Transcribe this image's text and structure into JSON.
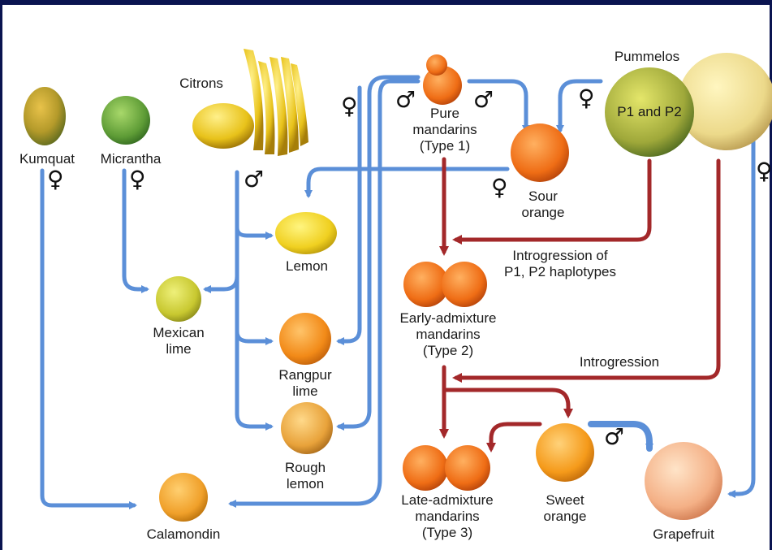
{
  "colors": {
    "maternal_arrow": "#5b8fd8",
    "introgression_arrow": "#a3282a"
  },
  "symbols": {
    "female": "♀",
    "male": "♂"
  },
  "labels": {
    "kumquat": "Kumquat",
    "micrantha": "Micrantha",
    "citrons": "Citrons",
    "pure_mandarins": "Pure\nmandarins\n(Type 1)",
    "pummelos": "Pummelos",
    "p1p2": "P1 and P2",
    "sour_orange": "Sour\norange",
    "lemon": "Lemon",
    "mexican_lime": "Mexican\nlime",
    "rangpur_lime": "Rangpur\nlime",
    "rough_lemon": "Rough\nlemon",
    "calamondin": "Calamondin",
    "introgression_p1p2": "Introgression of\nP1, P2 haplotypes",
    "early_mandarins": "Early-admixture\nmandarins\n(Type 2)",
    "introgression": "Introgression",
    "late_mandarins": "Late-admixture\nmandarins\n(Type 3)",
    "sweet_orange": "Sweet\norange",
    "grapefruit": "Grapefruit"
  }
}
